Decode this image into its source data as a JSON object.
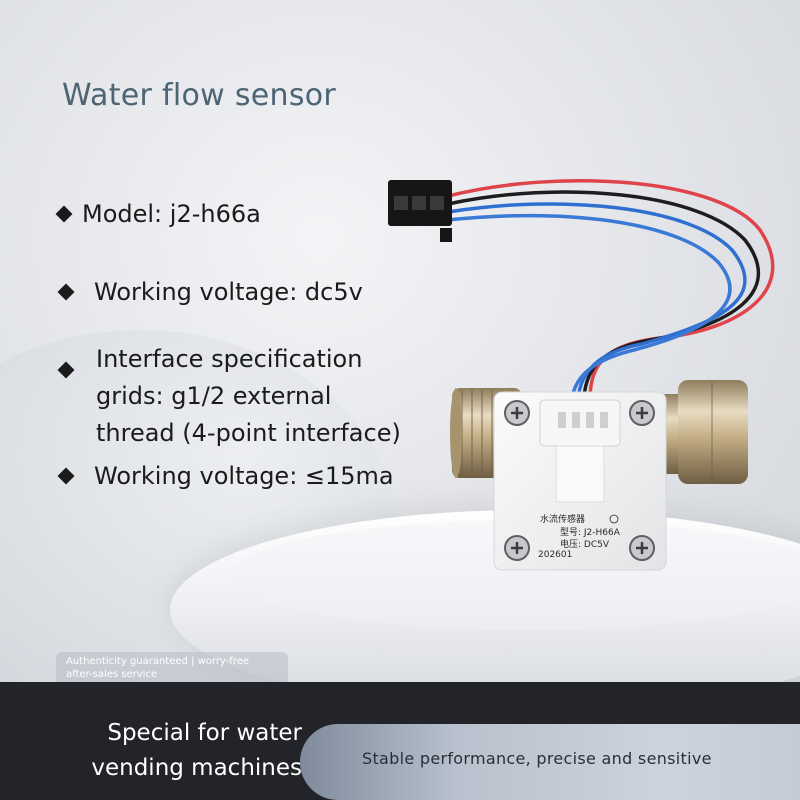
{
  "header": {
    "title": "Water flow sensor"
  },
  "specs": [
    {
      "text": "Model: j2-h66a"
    },
    {
      "text": "Working voltage: dc5v"
    },
    {
      "lines": [
        "Interface specification",
        "grids: g1/2 external",
        "thread (4-point interface)"
      ]
    },
    {
      "text": "Working voltage: ≤15ma"
    }
  ],
  "badge": {
    "lines": [
      "Authenticity guaranteed | worry-free",
      "after-sales service"
    ]
  },
  "product_label": {
    "lines": [
      "水流传感器",
      "型号: J2-H66A",
      "电压: DC5V",
      "202601"
    ]
  },
  "footer": {
    "left_lines": [
      "Special for water",
      "vending machines"
    ],
    "right_text": "Stable performance, precise and sensitive"
  },
  "colors": {
    "title": "#4d6474",
    "footer_bg": "#222429",
    "wire_red": "#e0444b",
    "wire_blue": "#2f6fd0",
    "wire_black": "#1d1d1d",
    "brass": "#c9b48e"
  }
}
